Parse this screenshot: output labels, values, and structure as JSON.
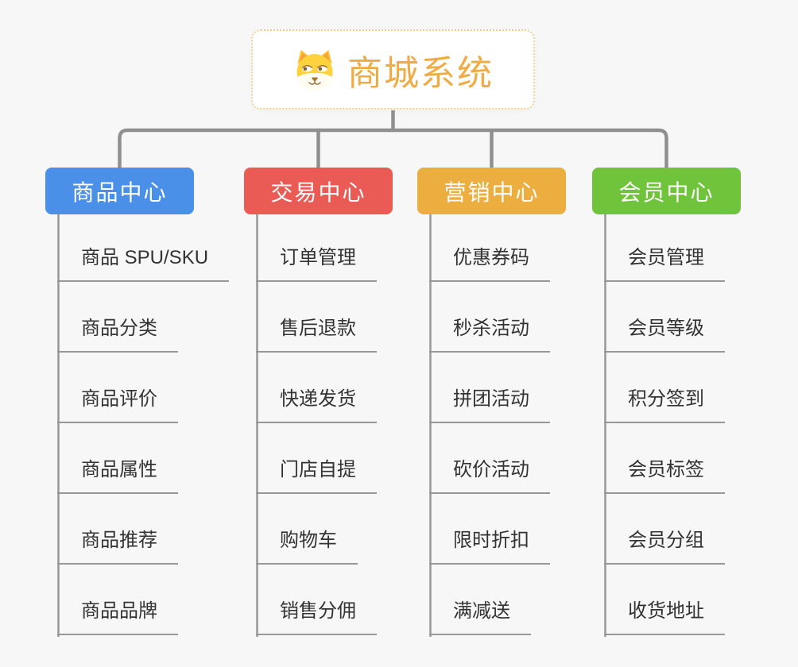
{
  "root": {
    "title": "商城系统",
    "icon": "dog-face-icon",
    "title_color": "#F0AC44",
    "border_color": "#F3CD92",
    "background": "#FFFFFF"
  },
  "branches": [
    {
      "label": "商品中心",
      "color": "#4A90E8",
      "items": [
        "商品 SPU/SKU",
        "商品分类",
        "商品评价",
        "商品属性",
        "商品推荐",
        "商品品牌"
      ]
    },
    {
      "label": "交易中心",
      "color": "#EA5B55",
      "items": [
        "订单管理",
        "售后退款",
        "快递发货",
        "门店自提",
        "购物车",
        "销售分佣"
      ]
    },
    {
      "label": "营销中心",
      "color": "#ECAE3E",
      "items": [
        "优惠券码",
        "秒杀活动",
        "拼团活动",
        "砍价活动",
        "限时折扣",
        "满减送"
      ]
    },
    {
      "label": "会员中心",
      "color": "#6FC43B",
      "items": [
        "会员管理",
        "会员等级",
        "积分签到",
        "会员标签",
        "会员分组",
        "收货地址"
      ]
    }
  ],
  "colors": {
    "background": "#F7F7F7",
    "connector": "#8F8F8F",
    "branch_line": "#979797",
    "item_text": "#333333",
    "header_text": "#FFFFFF"
  }
}
